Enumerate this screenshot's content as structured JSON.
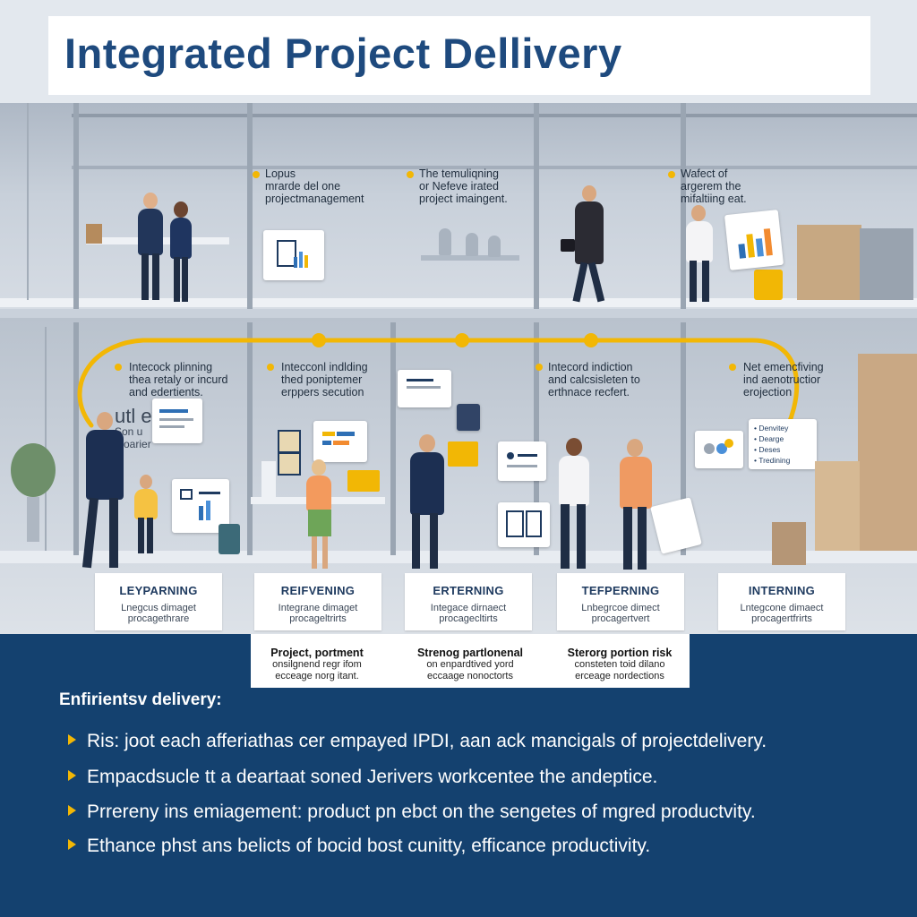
{
  "title": "Integrated Project Dellivery",
  "upper_captions": [
    {
      "lines": [
        "Lopus",
        "mrarde del one",
        "projectmanagement"
      ]
    },
    {
      "lines": [
        "The temuliqning",
        "or Nefeve irated",
        "project imaingent."
      ]
    },
    {
      "lines": [
        "Wafect    of",
        "argerem the",
        "mifaltiing eat."
      ]
    }
  ],
  "lower_captions": [
    {
      "lines": [
        "Intecock plinning",
        "thea retaly or incurd",
        "and edertients."
      ]
    },
    {
      "lines": [
        "Intecconl indlding",
        "thed poniptemer",
        "erppers secution"
      ]
    },
    {
      "lines": [
        "Intecord indiction",
        "and calcsisleten to",
        "erthnace recfert."
      ]
    },
    {
      "lines": [
        "Net emencfiving",
        "ind aenotructior",
        "erojection"
      ]
    }
  ],
  "board_text": {
    "line1": "utl   et",
    "line2": "Son     u",
    "line3": "p    oarier"
  },
  "legend_card": {
    "items": [
      "Denvitey",
      "Dearge",
      "Deses",
      "Tredining"
    ]
  },
  "phases": [
    {
      "name": "LEYPARNING",
      "sub": [
        "Lnegcus dimaget",
        "procagethrare"
      ]
    },
    {
      "name": "REIFVENING",
      "sub": [
        "Integrane dimaget",
        "procageltrirts"
      ]
    },
    {
      "name": "ERTERNING",
      "sub": [
        "Integace dirnaect",
        "procagecltirts"
      ]
    },
    {
      "name": "TEFPERNING",
      "sub": [
        "Lnbegrcoe dimect",
        "procagertvert"
      ]
    },
    {
      "name": "INTERNING",
      "sub": [
        "Lntegcone dimaect",
        "procagertfrirts"
      ]
    }
  ],
  "notes": [
    {
      "title": "Project, portment",
      "sub": [
        "onsilgnend regr ifom",
        "ecceage norg itant."
      ]
    },
    {
      "title": "Strenog partlonenal",
      "sub": [
        "on enpardtived yord",
        "eccaage nonoctorts"
      ]
    },
    {
      "title": "Sterorg portion risk",
      "sub": [
        "consteten toid dilano",
        "erceage nordections"
      ]
    }
  ],
  "section_heading": "Enfirientsv delivery:",
  "bullets": [
    "Ris: joot each afferiathas cer empayed IPDI, aan ack mancigals of projectdelivery.",
    "Empacdsucle tt a deartaat soned Jerivers workcentee the andeptice.",
    "Prrereny ins emiagement: product pn ebct on the sengetes of mgred productvity.",
    "Ethance phst ans belicts of bocid bost cunitty, efficance productivity."
  ],
  "colors": {
    "navy": "#14416f",
    "title": "#1e4a7e",
    "accent": "#f2b705"
  }
}
